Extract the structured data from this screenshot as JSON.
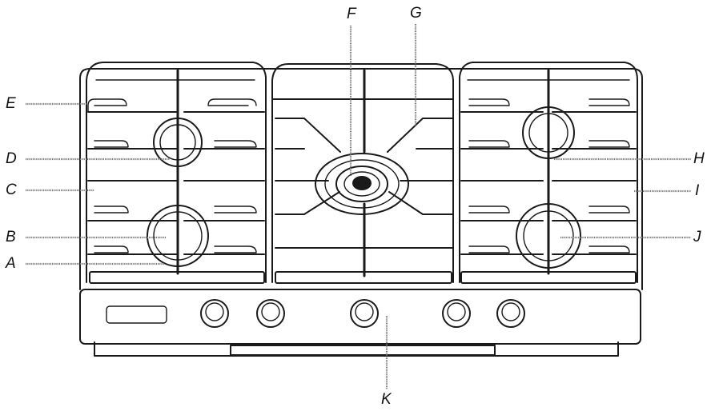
{
  "labels": {
    "A": "A",
    "B": "B",
    "C": "C",
    "D": "D",
    "E": "E",
    "F": "F",
    "G": "G",
    "H": "H",
    "I": "I",
    "J": "J",
    "K": "K"
  },
  "callouts": [
    {
      "id": "A",
      "points_to": "left-front-burner-cap"
    },
    {
      "id": "B",
      "points_to": "left-front-burner"
    },
    {
      "id": "C",
      "points_to": "left-grate-center"
    },
    {
      "id": "D",
      "points_to": "left-rear-burner"
    },
    {
      "id": "E",
      "points_to": "left-grate"
    },
    {
      "id": "F",
      "points_to": "center-wok-burner"
    },
    {
      "id": "G",
      "points_to": "center-grate"
    },
    {
      "id": "H",
      "points_to": "right-rear-burner"
    },
    {
      "id": "I",
      "points_to": "right-grate"
    },
    {
      "id": "J",
      "points_to": "right-front-burner"
    },
    {
      "id": "K",
      "points_to": "control-panel"
    }
  ],
  "knob_count": 5
}
